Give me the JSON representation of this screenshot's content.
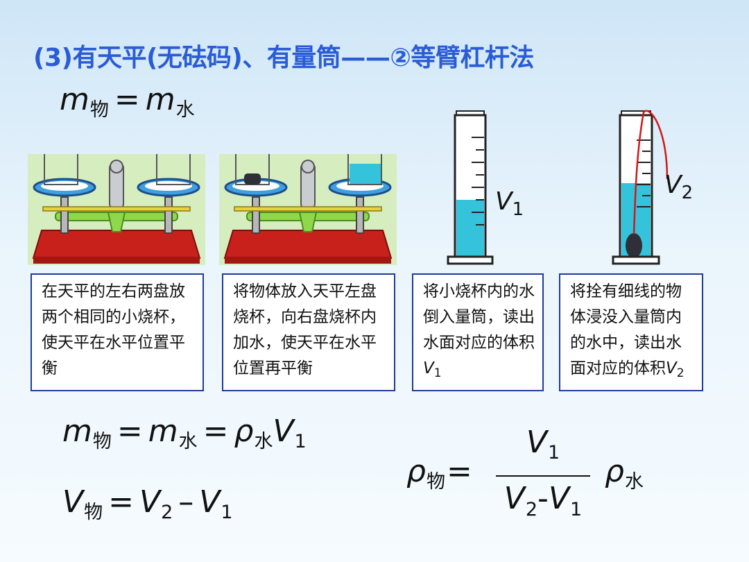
{
  "title": "(3)有天平(无砝码)、有量筒——②等臂杠杆法",
  "symbols": {
    "m": "m",
    "V": "V",
    "rho": "ρ",
    "obj": "物",
    "water": "水",
    "eq": "=",
    "minus": "–",
    "dash": "-",
    "one": "1",
    "two": "2"
  },
  "captions": {
    "c1": "在天平的左右两盘放两个相同的小烧杯，使天平在水平位置平衡",
    "c2": "将物体放入天平左盘烧杯，向右盘烧杯内加水，使天平在水平位置再平衡",
    "c3": "将小烧杯内的水倒入量筒，读出水面对应的体积",
    "c4": "将拴有细线的物体浸没入量筒内的水中，读出水面对应的体积"
  },
  "colors": {
    "title": "#2a5cd6",
    "caption_border": "#1e3a9a",
    "water": "#35c3dc",
    "balance_base": "#c8201b",
    "balance_beam": "#8fd84a",
    "thread": "#d01818"
  }
}
